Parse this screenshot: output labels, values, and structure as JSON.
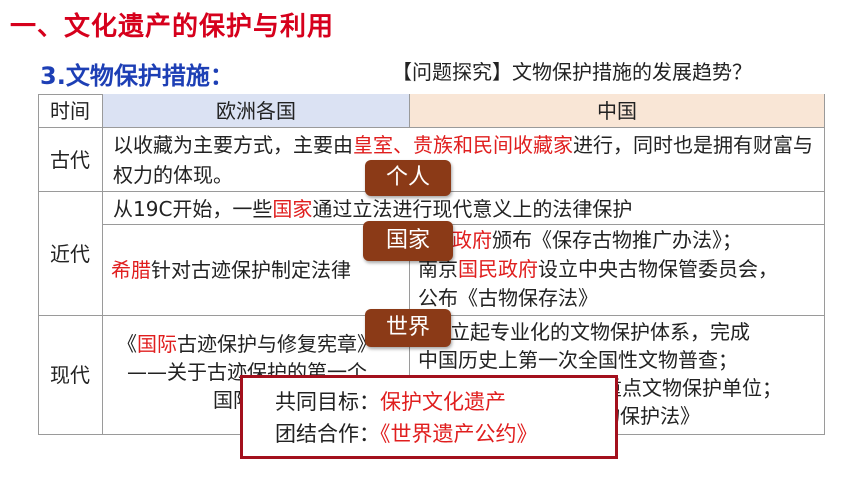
{
  "title": "一、文化遗产的保护与利用",
  "subtitle": "3.文物保护措施：",
  "question": "【问题探究】文物保护措施的发展趋势？",
  "table": {
    "headers": [
      "时间",
      "欧洲各国",
      "中国"
    ],
    "header_colors": {
      "europe": "#dbe2f3",
      "china": "#f9e6d6"
    },
    "rows": {
      "ancient": {
        "label": "古代",
        "text_a": "以收藏为主要方式，主要由",
        "text_b": "皇室、贵族和民间收藏家",
        "text_c": "进行，同时也是拥有财富与权力的体现。"
      },
      "modern_early": {
        "label": "近代",
        "shared_a": "从19C开始，一些",
        "shared_b": "国家",
        "shared_c": "通过立法进行现代意义上的法律保护",
        "europe_a": "希腊",
        "europe_b": "针对古迹保护制定法律",
        "china_l1_a": "政府",
        "china_l1_b": "颁布《保存古物推广办法》；",
        "china_l2_a": "南京",
        "china_l2_b": "国民政府",
        "china_l2_c": "设立中央古物保管委员会，",
        "china_l3": "公布《古物保存法》"
      },
      "contemporary": {
        "label": "现代",
        "europe_l1_a": "《",
        "europe_l1_b": "国际",
        "europe_l1_c": "古迹保护与修复宪章》",
        "europe_l2": "——关于古迹保护的第一个",
        "europe_l3": "国际",
        "china_l1": "建立起专业化的文物保护体系，完成",
        "china_l2": "中国历史上第一次全国性文物普查；",
        "china_l3": "重点文物保护单位；",
        "china_l4": "物保护法》"
      }
    }
  },
  "tags": [
    "个人",
    "国家",
    "世界"
  ],
  "popup": {
    "line1_label": "共同目标：",
    "line1_value": "保护文化遗产",
    "line2_label": "团结合作：",
    "line2_value": "《世界遗产公约》"
  },
  "colors": {
    "title": "#d6001c",
    "subtitle": "#1d3fb5",
    "highlight": "#e01e1e",
    "tag_bg": "#8b3a17",
    "popup_border": "#a3101d"
  }
}
